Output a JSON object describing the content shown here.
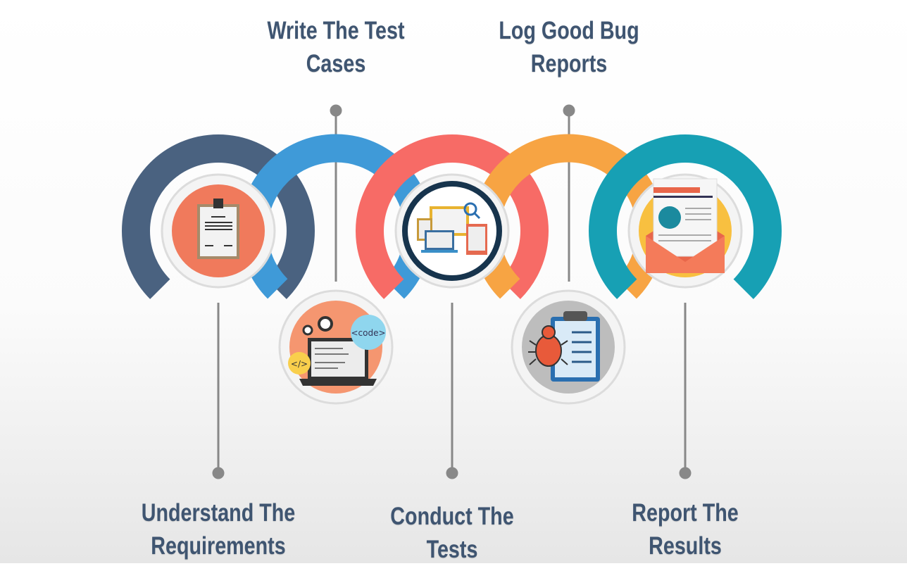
{
  "steps": [
    {
      "line1": "Understand The",
      "line2": "Requirements",
      "color": "#4a6280",
      "icon": "clipboard-icon"
    },
    {
      "line1": "Write The Test",
      "line2": "Cases",
      "color": "#3f9ad8",
      "icon": "laptop-code-icon"
    },
    {
      "line1": "Conduct The",
      "line2": "Tests",
      "color": "#f76b66",
      "icon": "devices-search-icon"
    },
    {
      "line1": "Log Good Bug",
      "line2": "Reports",
      "color": "#f7a443",
      "icon": "bug-report-icon"
    },
    {
      "line1": "Report The",
      "line2": "Results",
      "color": "#17a0b4",
      "icon": "report-envelope-icon"
    }
  ],
  "icon_text": {
    "code_bubble": "<code>",
    "tag_bubble": "</>"
  }
}
